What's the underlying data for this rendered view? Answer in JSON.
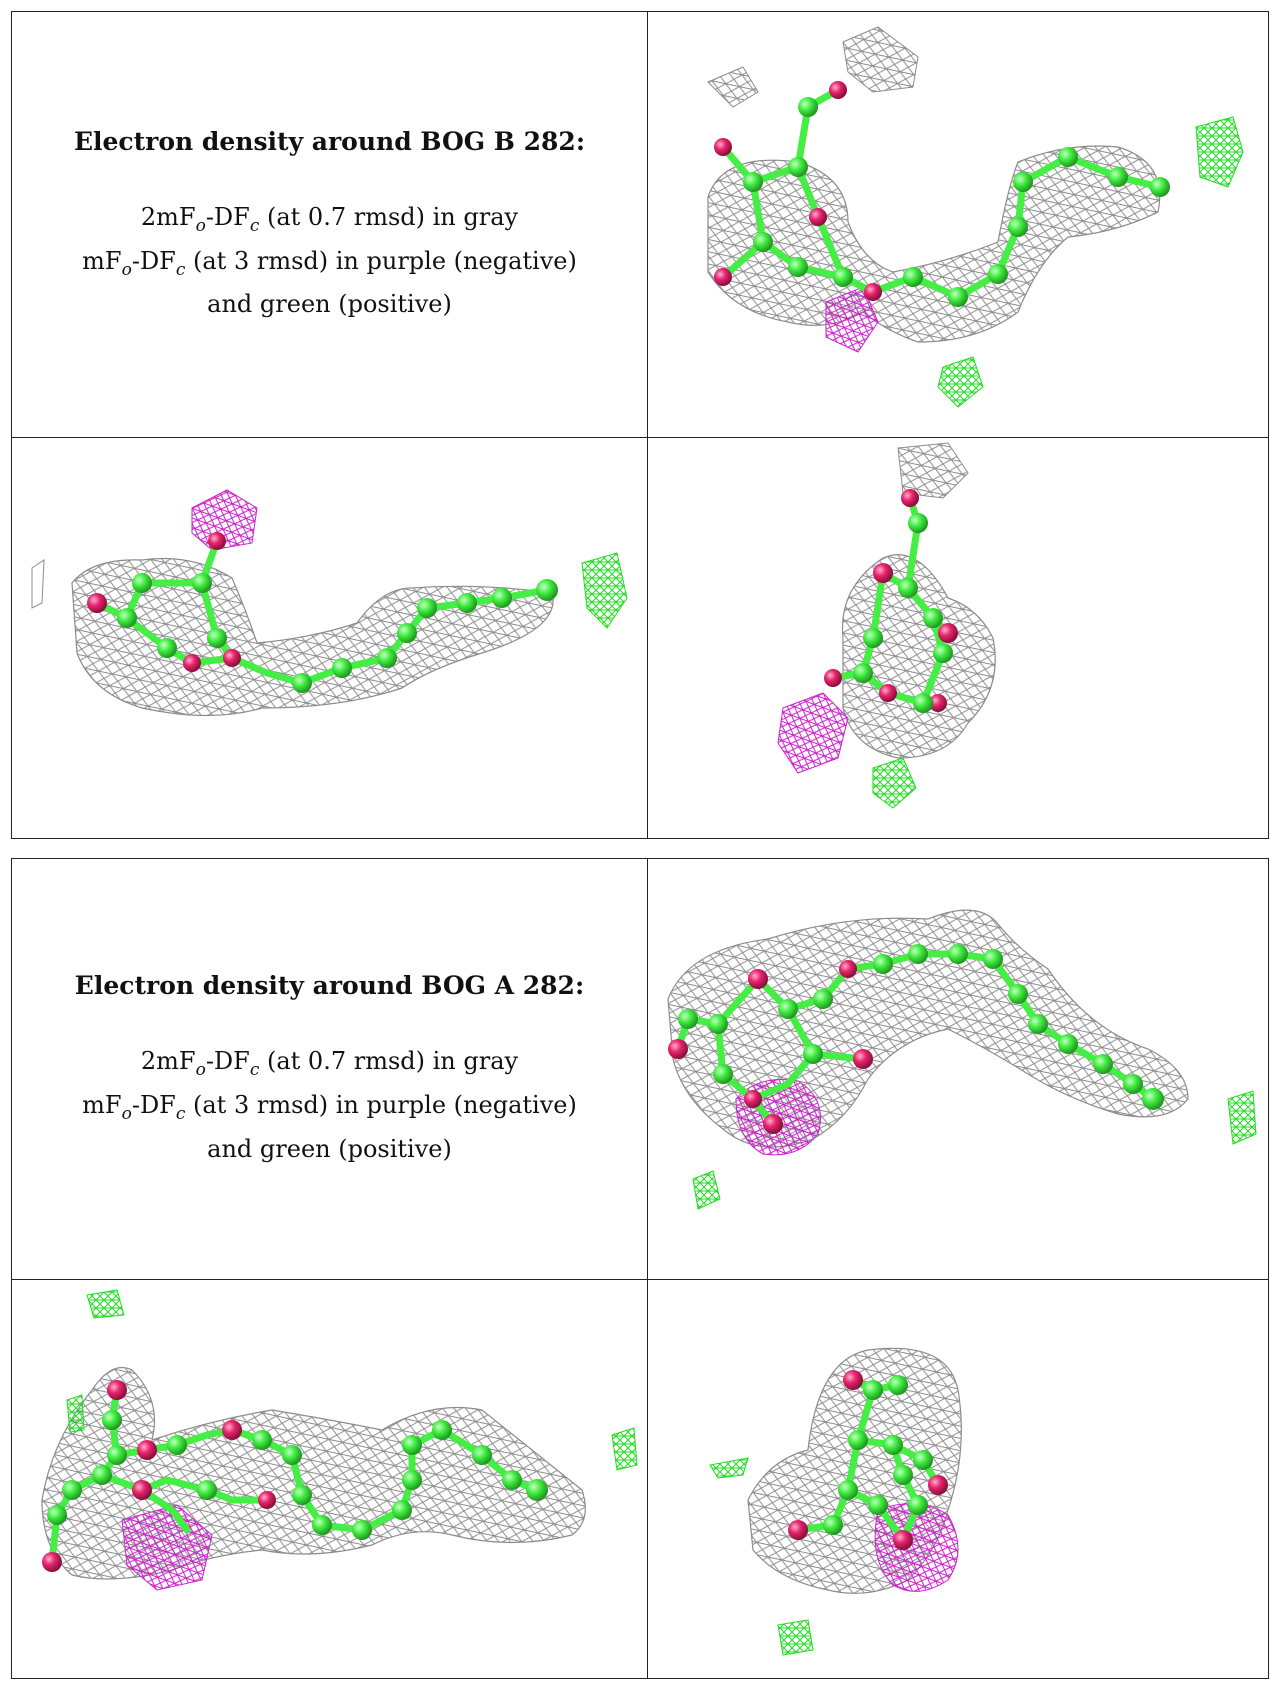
{
  "panels": [
    {
      "title": "Electron density around BOG B 282:",
      "line1": {
        "pre": "2mF",
        "s1": "o",
        "mid": "-DF",
        "s2": "c",
        "post": " (at 0.7 rmsd) in gray"
      },
      "line2": {
        "pre": "mF",
        "s1": "o",
        "mid": "-DF",
        "s2": "c",
        "post": " (at 3 rmsd) in purple (negative)"
      },
      "line3": "and green (positive)"
    },
    {
      "title": "Electron density around BOG A 282:",
      "line1": {
        "pre": "2mF",
        "s1": "o",
        "mid": "-DF",
        "s2": "c",
        "post": " (at 0.7 rmsd) in gray"
      },
      "line2": {
        "pre": "mF",
        "s1": "o",
        "mid": "-DF",
        "s2": "c",
        "post": " (at 3 rmsd) in purple (negative)"
      },
      "line3": "and green (positive)"
    }
  ],
  "colors": {
    "mesh_gray": "#8a8a8a",
    "mesh_purple": "#cc22cc",
    "mesh_green": "#33e633",
    "carbon": "#44ee44",
    "oxygen": "#e8246e"
  }
}
